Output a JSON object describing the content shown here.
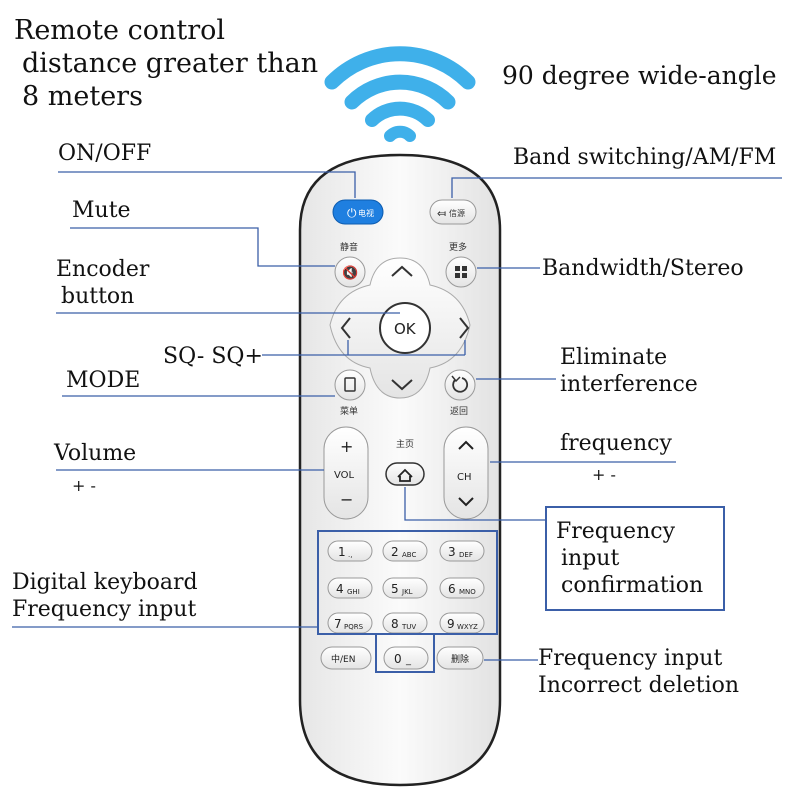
{
  "header": {
    "range_line1": "Remote control",
    "range_line2": "distance greater than",
    "range_line3": "8 meters",
    "angle": "90 degree wide-angle"
  },
  "callouts": {
    "on_off": "ON/OFF",
    "band_switching": "Band switching/AM/FM",
    "mute": "Mute",
    "bandwidth_stereo": "Bandwidth/Stereo",
    "encoder_line1": "Encoder",
    "encoder_line2": "button",
    "sq": "SQ-  SQ+",
    "eliminate_line1": "Eliminate",
    "eliminate_line2": "interference",
    "mode": "MODE",
    "volume": "Volume",
    "volume_sub": "+   -",
    "frequency": "frequency",
    "frequency_sub": "+  -",
    "freq_confirm_line1": "Frequency",
    "freq_confirm_line2": "input",
    "freq_confirm_line3": "confirmation",
    "digital_line1": "Digital keyboard",
    "digital_line2": "Frequency input",
    "delete_line1": "Frequency input",
    "delete_line2": "Incorrect deletion"
  },
  "remote": {
    "power_label": "电视",
    "source_label": "信源",
    "mute_label": "静音",
    "more_label": "更多",
    "ok_label": "OK",
    "menu_label": "菜单",
    "back_label": "返回",
    "home_label": "主页",
    "vol_label": "VOL",
    "ch_label": "CH",
    "plus": "+",
    "minus": "−",
    "keys": [
      {
        "num": "1",
        "sub": "., "
      },
      {
        "num": "2",
        "sub": "ABC"
      },
      {
        "num": "3",
        "sub": "DEF"
      },
      {
        "num": "4",
        "sub": "GHI"
      },
      {
        "num": "5",
        "sub": "JKL"
      },
      {
        "num": "6",
        "sub": "MNO"
      },
      {
        "num": "7",
        "sub": "PQRS"
      },
      {
        "num": "8",
        "sub": "TUV"
      },
      {
        "num": "9",
        "sub": "WXYZ"
      }
    ],
    "lang_label": "中/EN",
    "zero_num": "0",
    "zero_sub": "_",
    "delete_label": "删除"
  },
  "colors": {
    "wifi": "#3fb0ea",
    "power_button": "#1f7fe0",
    "remote_body": "#f4f4f4",
    "outline": "#222222",
    "box": "#3b5fa8"
  }
}
